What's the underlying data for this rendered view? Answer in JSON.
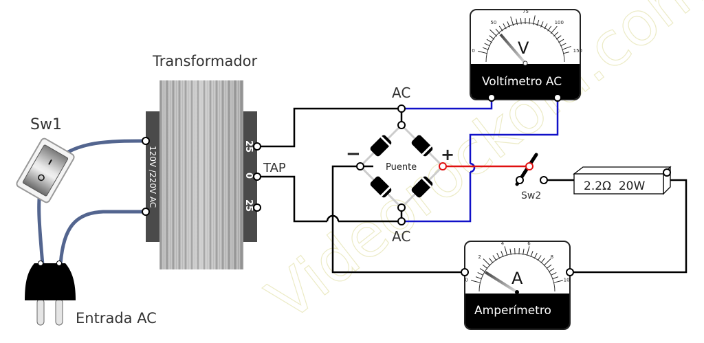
{
  "watermark": "Videorockola.com",
  "labels": {
    "transformer": "Transformador",
    "sw1": "Sw1",
    "entrada": "Entrada AC",
    "primary": "120V /220V AC",
    "sec_top": "25",
    "sec_mid": "0",
    "sec_bot": "25",
    "tap": "TAP",
    "ac_top": "AC",
    "ac_bottom": "AC",
    "bridge": "Puente",
    "minus": "−",
    "plus": "+",
    "sw2": "Sw2",
    "resistor": "2.2Ω  20W"
  },
  "voltmeter": {
    "symbol": "V",
    "title": "Voltímetro AC",
    "scale": [
      "0",
      "50",
      "75",
      "100",
      "150"
    ]
  },
  "ammeter": {
    "symbol": "A",
    "title": "Amperímetro",
    "scale": [
      "0",
      "2",
      "4",
      "6",
      "8",
      "10"
    ]
  },
  "colors": {
    "wire": "#000000",
    "dc_positive": "#e01010",
    "meter_wire": "#1010c8",
    "mains_cable": "#53658f",
    "transformer_end": "#4a4a4a"
  }
}
